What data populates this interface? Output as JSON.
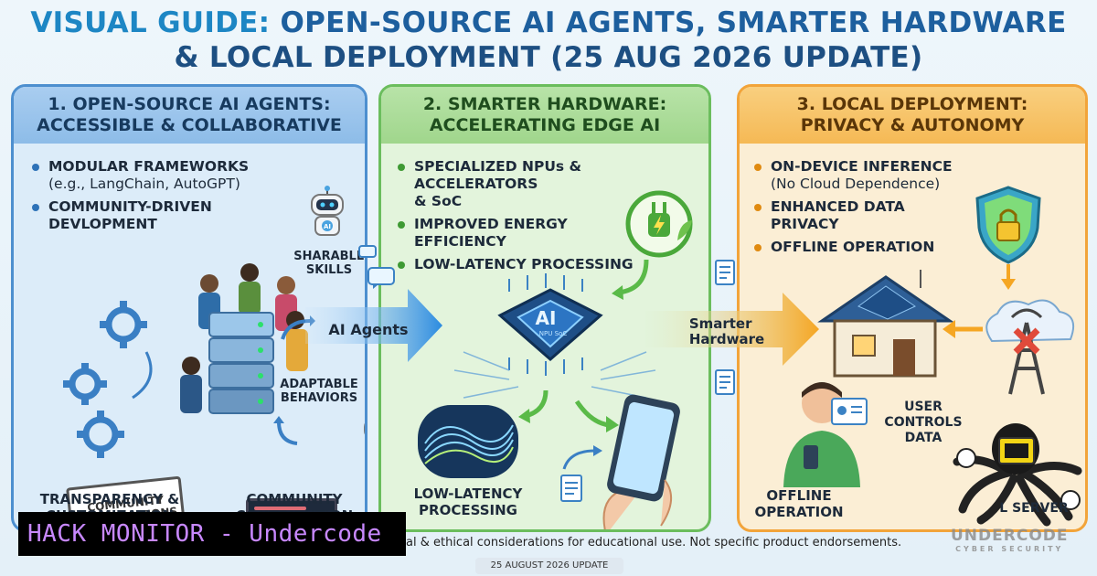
{
  "title": {
    "line1_prefix": "VISUAL GUIDE: ",
    "line1_rest": "OPEN-SOURCE AI AGENTS, SMARTER HARDWARE",
    "line2": "& LOCAL DEPLOYMENT (25 AUG 2026 UPDATE)"
  },
  "panel1": {
    "heading_line1": "1. OPEN-SOURCE AI AGENTS:",
    "heading_line2": "ACCESSIBLE & COLLABORATIVE",
    "bullets": [
      {
        "main": "MODULAR FRAMEWORKS",
        "sub": "(e.g., LangChain, AutoGPT)"
      },
      {
        "main": "COMMUNITY-DRIVEN",
        "sub": "DEVLOPMENT"
      }
    ],
    "labels": {
      "sharable": "SHARABLE\nSKILLS",
      "adaptable": "ADAPTABLE\nBEHAVIORS",
      "sign": "COMMUNITY\nCONTRIBUTIONS",
      "transparency": "TRANSPARENCY &\nCUSTOMIZATION",
      "community_contribution": "COMMUNITY\nCONTRIBUTION",
      "robot_badge": "AI"
    }
  },
  "panel2": {
    "heading_line1": "2. SMARTER HARDWARE:",
    "heading_line2": "ACCELERATING EDGE AI",
    "bullets": [
      {
        "main": "SPECIALIZED NPUs & ACCELERATORS",
        "sub": "& SoC"
      },
      {
        "main": "IMPROVED ENERGY",
        "sub": "EFFICIENCY"
      },
      {
        "main": "LOW-LATENCY PROCESSING",
        "sub": ""
      }
    ],
    "labels": {
      "chip_text": "AI",
      "chip_sub": "NPU SoC",
      "low_latency": "LOW-LATENCY\nPROCESSING"
    }
  },
  "panel3": {
    "heading_line1": "3. LOCAL DEPLOYMENT:",
    "heading_line2": "PRIVACY & AUTONOMY",
    "bullets": [
      {
        "main": "ON-DEVICE INFERENCE",
        "sub": "(No Cloud Dependence)"
      },
      {
        "main": "ENHANCED DATA",
        "sub": "PRIVACY"
      },
      {
        "main": "OFFLINE OPERATION",
        "sub": ""
      }
    ],
    "labels": {
      "user_controls": "USER\nCONTROLS DATA",
      "offline": "OFFLINE\nOPERATION",
      "server": "L SERVER"
    }
  },
  "arrows": {
    "ai_agents": "AI Agents",
    "smarter_hardware": "Smarter\nHardware"
  },
  "overlay": {
    "text": "HACK MONITOR - Undercode"
  },
  "footer": {
    "note": "al & ethical considerations for educational use. Not specific product endorsements.",
    "date_badge": "25 AUGUST 2026 UPDATE"
  },
  "watermark": {
    "brand": "UNDERCODE",
    "sub": "CYBER SECURITY"
  },
  "colors": {
    "panel1_accent": "#4d8fcf",
    "panel2_accent": "#6bbd5d",
    "panel3_accent": "#f2a43a",
    "overlay_text": "#c888ff"
  }
}
